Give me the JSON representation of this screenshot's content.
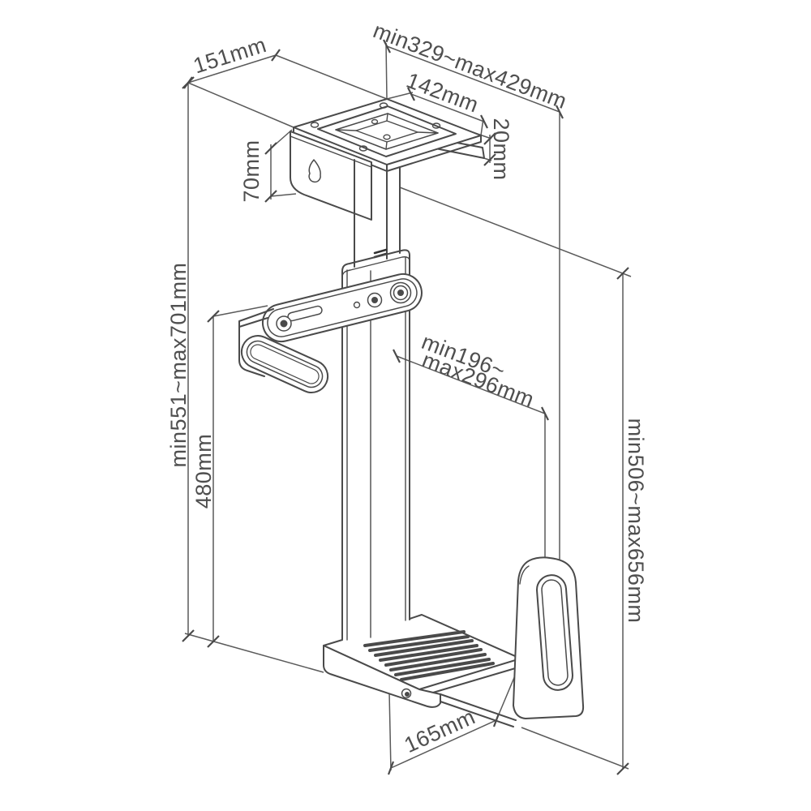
{
  "page": {
    "background": "#ffffff",
    "content_type": "technical dimension drawing",
    "subject": "under-desk CPU holder bracket"
  },
  "drawing": {
    "line_color": "#4a4a4a",
    "dimension_line_color": "#5a5a5a",
    "label_color": "#4f4f4f"
  },
  "dimensions": {
    "top_depth": "151mm",
    "top_width_range": "min329~max429mm",
    "plate_width": "142mm",
    "flange_height": "20mm",
    "wall_bracket_height": "70mm",
    "total_height_range": "min551~max701mm",
    "column_height": "480mm",
    "clamp_range_line1": "min196~",
    "clamp_range_line2": "max296mm",
    "side_height_range": "min506~max656mm",
    "base_depth": "165mm"
  }
}
